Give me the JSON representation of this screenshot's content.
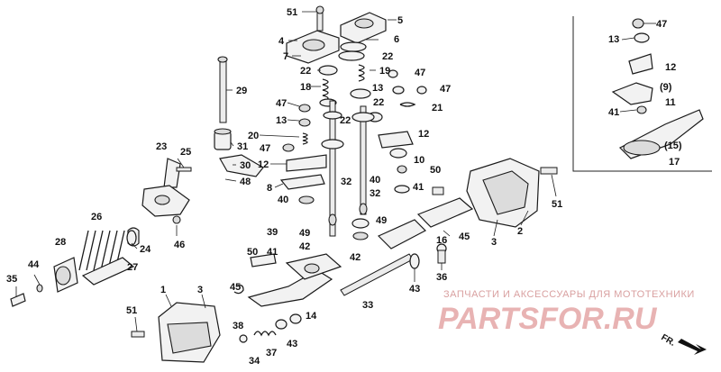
{
  "watermark": {
    "caption": "ЗАПЧАСТИ И АКСЕССУАРЫ ДЛЯ МОТОТЕХНИКИ",
    "logo": "PARTSFOR.RU"
  },
  "direction_marker": "FR.",
  "callouts": {
    "c1": "1",
    "c2": "2",
    "c3a": "3",
    "c3b": "3",
    "c4": "4",
    "c5": "5",
    "c6": "6",
    "c7": "7",
    "c8": "8",
    "c9": "(9)",
    "c10": "10",
    "c11": "11",
    "c12a": "12",
    "c12b": "12",
    "c12c": "12",
    "c13a": "13",
    "c13b": "13",
    "c13c": "13",
    "c14": "14",
    "c15": "(15)",
    "c16": "16",
    "c17": "17",
    "c18": "18",
    "c19": "19",
    "c20": "20",
    "c21": "21",
    "c22a": "22",
    "c22b": "22",
    "c22c": "22",
    "c22d": "22",
    "c23": "23",
    "c24": "24",
    "c25": "25",
    "c26": "26",
    "c27": "27",
    "c28": "28",
    "c29": "29",
    "c30": "30",
    "c31": "31",
    "c32a": "32",
    "c32b": "32",
    "c33": "33",
    "c34": "34",
    "c35": "35",
    "c36": "36",
    "c37": "37",
    "c38": "38",
    "c39": "39",
    "c40a": "40",
    "c40b": "40",
    "c41a": "41",
    "c41b": "41",
    "c41c": "41",
    "c42a": "42",
    "c42b": "42",
    "c43a": "43",
    "c43b": "43",
    "c44": "44",
    "c45a": "45",
    "c45b": "45",
    "c46": "46",
    "c47a": "47",
    "c47b": "47",
    "c47c": "47",
    "c47d": "47",
    "c47e": "47",
    "c48": "48",
    "c49a": "49",
    "c49b": "49",
    "c50a": "50",
    "c50b": "50",
    "c51a": "51",
    "c51b": "51",
    "c51c": "51"
  }
}
